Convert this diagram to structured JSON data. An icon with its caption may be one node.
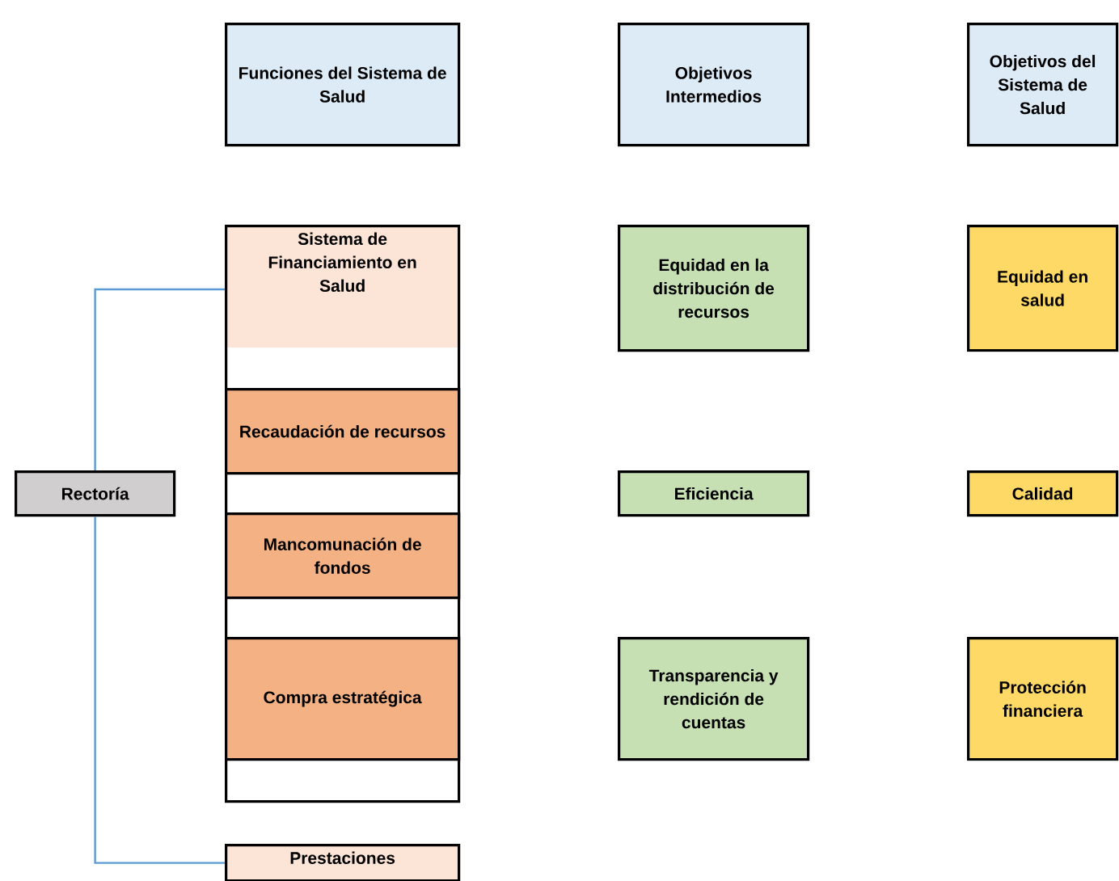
{
  "diagram": {
    "nodes": [
      {
        "text": [
          "Funciones del Sistema de Salud"
        ]
      },
      {
        "text": [
          "Objetivos Intermedios"
        ]
      },
      {
        "text": [
          "Objetivos del Sistema de Salud"
        ]
      },
      {
        "text": [
          "Sistema de Financiamiento en Salud"
        ]
      },
      {
        "text": [
          "Equidad en la distribución de recursos"
        ]
      },
      {
        "text": [
          "Equidad en salud"
        ]
      },
      {
        "text": [
          "Recaudación de recursos"
        ],
        "in": 3
      },
      {
        "text": [
          "Rectoría"
        ]
      },
      {
        "text": [
          "Eficiencia"
        ]
      },
      {
        "text": [
          "Calidad"
        ]
      },
      {
        "text": [
          "Mancomunación de fondos"
        ],
        "in": 3
      },
      {
        "text": [
          "Compra estratégica"
        ],
        "in": 3
      },
      {
        "text": [
          "Transparencia y rendición de cuentas"
        ]
      },
      {
        "text": [
          "Protección financiera"
        ]
      },
      {
        "text": [
          "Prestaciones"
        ]
      }
    ],
    "edges": [
      {
        "from": 7,
        "to": 3,
        "arrow": "none"
      },
      {
        "from": 7,
        "to": 14,
        "arrow": "none"
      }
    ]
  }
}
